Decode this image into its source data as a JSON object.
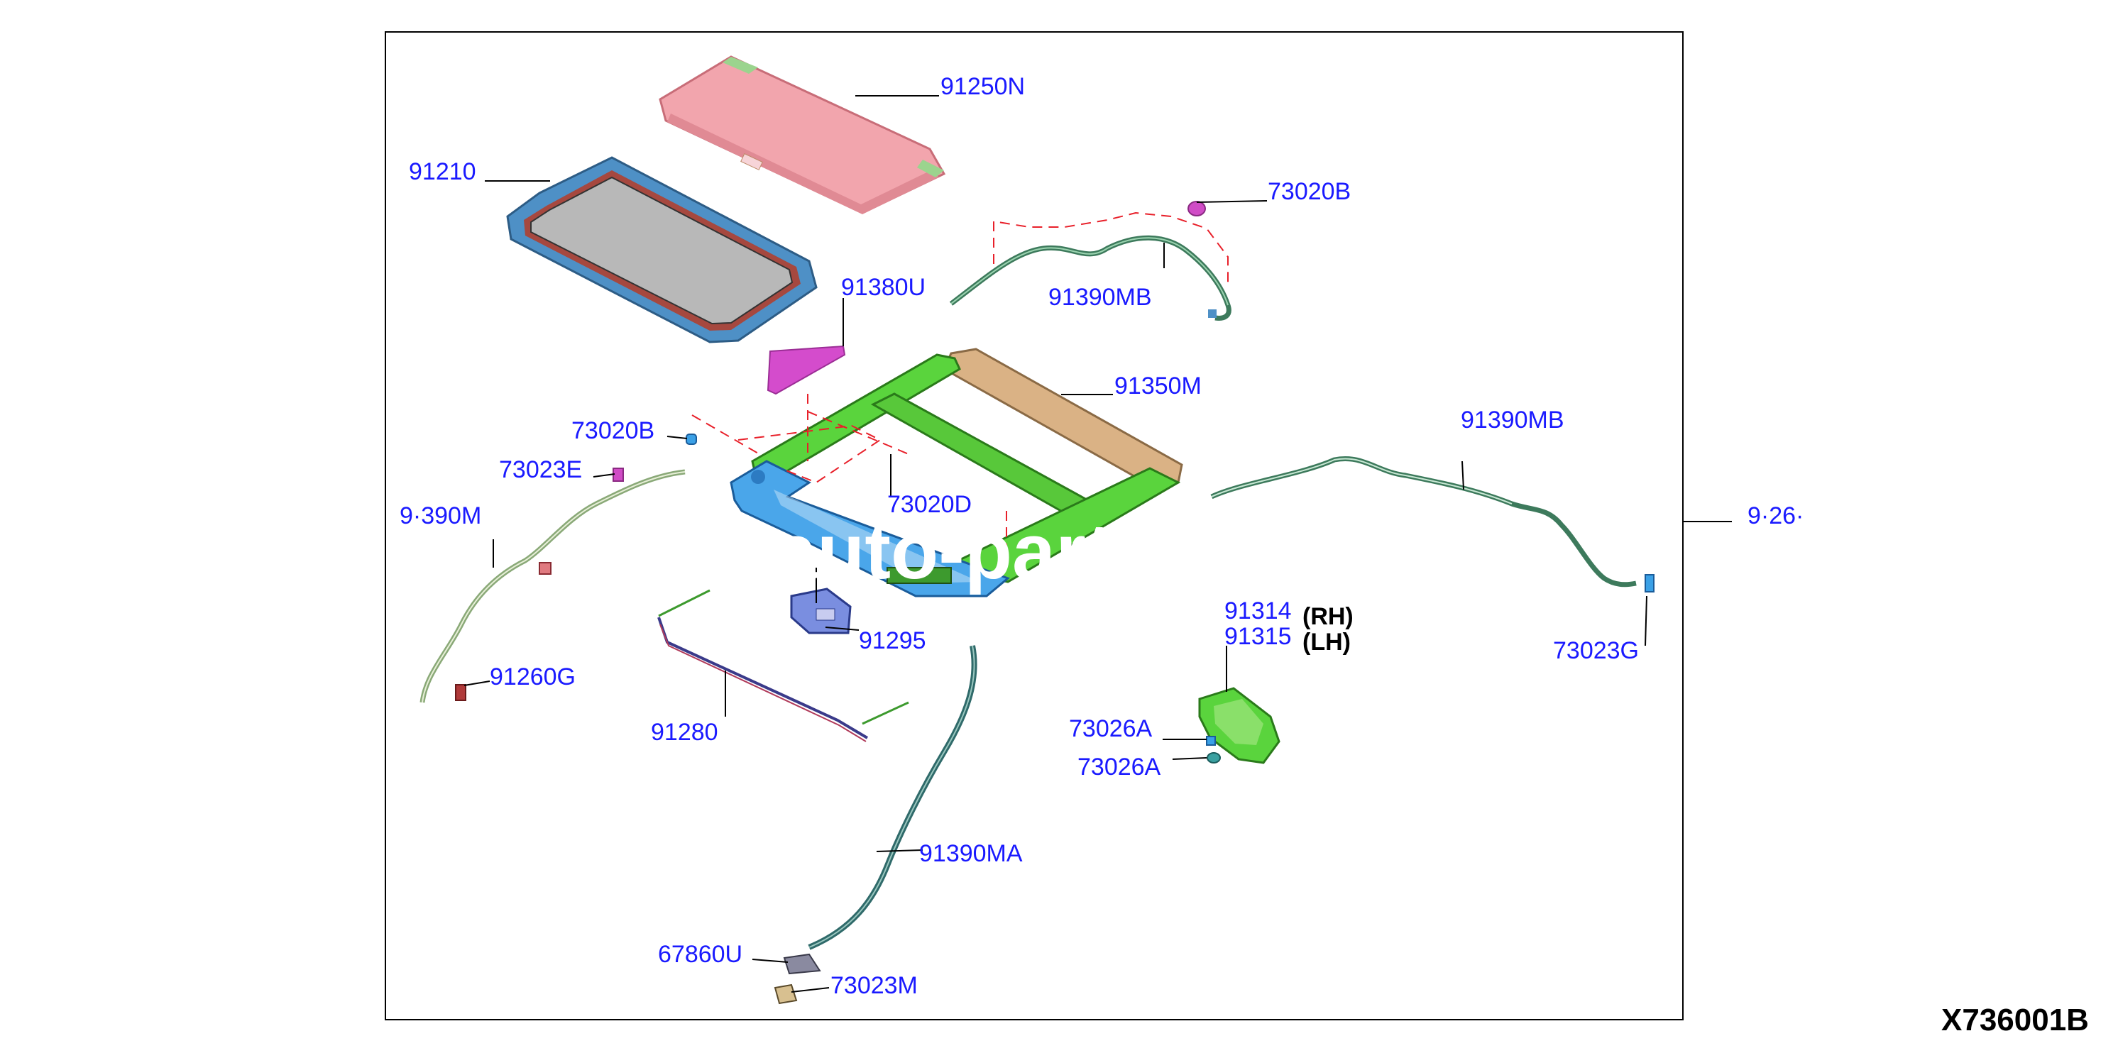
{
  "labels": {
    "l_91250N": "91250N",
    "l_91210": "91210",
    "l_73020B_a": "73020B",
    "l_91380U": "91380U",
    "l_91390MB_a": "91390MB",
    "l_91350M": "91350M",
    "l_73020B_b": "73020B",
    "l_73023E": "73023E",
    "l_91390MB_b": "91390MB",
    "l_91390M": "9·390M",
    "l_73020D": "73020D",
    "l_91295": "91295",
    "l_91260G": "91260G",
    "l_91280": "91280",
    "l_91314": "91314",
    "l_91315": "91315",
    "l_73026A_a": "73026A",
    "l_73026A_b": "73026A",
    "l_73023G": "73023G",
    "l_91265": "9·26·",
    "l_91390MA": "91390MA",
    "l_67860U": "67860U",
    "l_73023M": "73023M"
  },
  "side_labels": {
    "rh": "(RH)",
    "lh": "(LH)"
  },
  "watermark": "auto-part",
  "diagram_code": "X736001B",
  "colors": {
    "label_text": "#1a1aff",
    "glass_panel": "#f0a0a8",
    "frame_green": "#57d33a",
    "frame_blue": "#3aa0e6",
    "rail_tan": "#d8b082",
    "seal_blue": "#3e7fb5",
    "deflector_magenta": "#d040c8",
    "leader_dash": "#e8202a"
  }
}
